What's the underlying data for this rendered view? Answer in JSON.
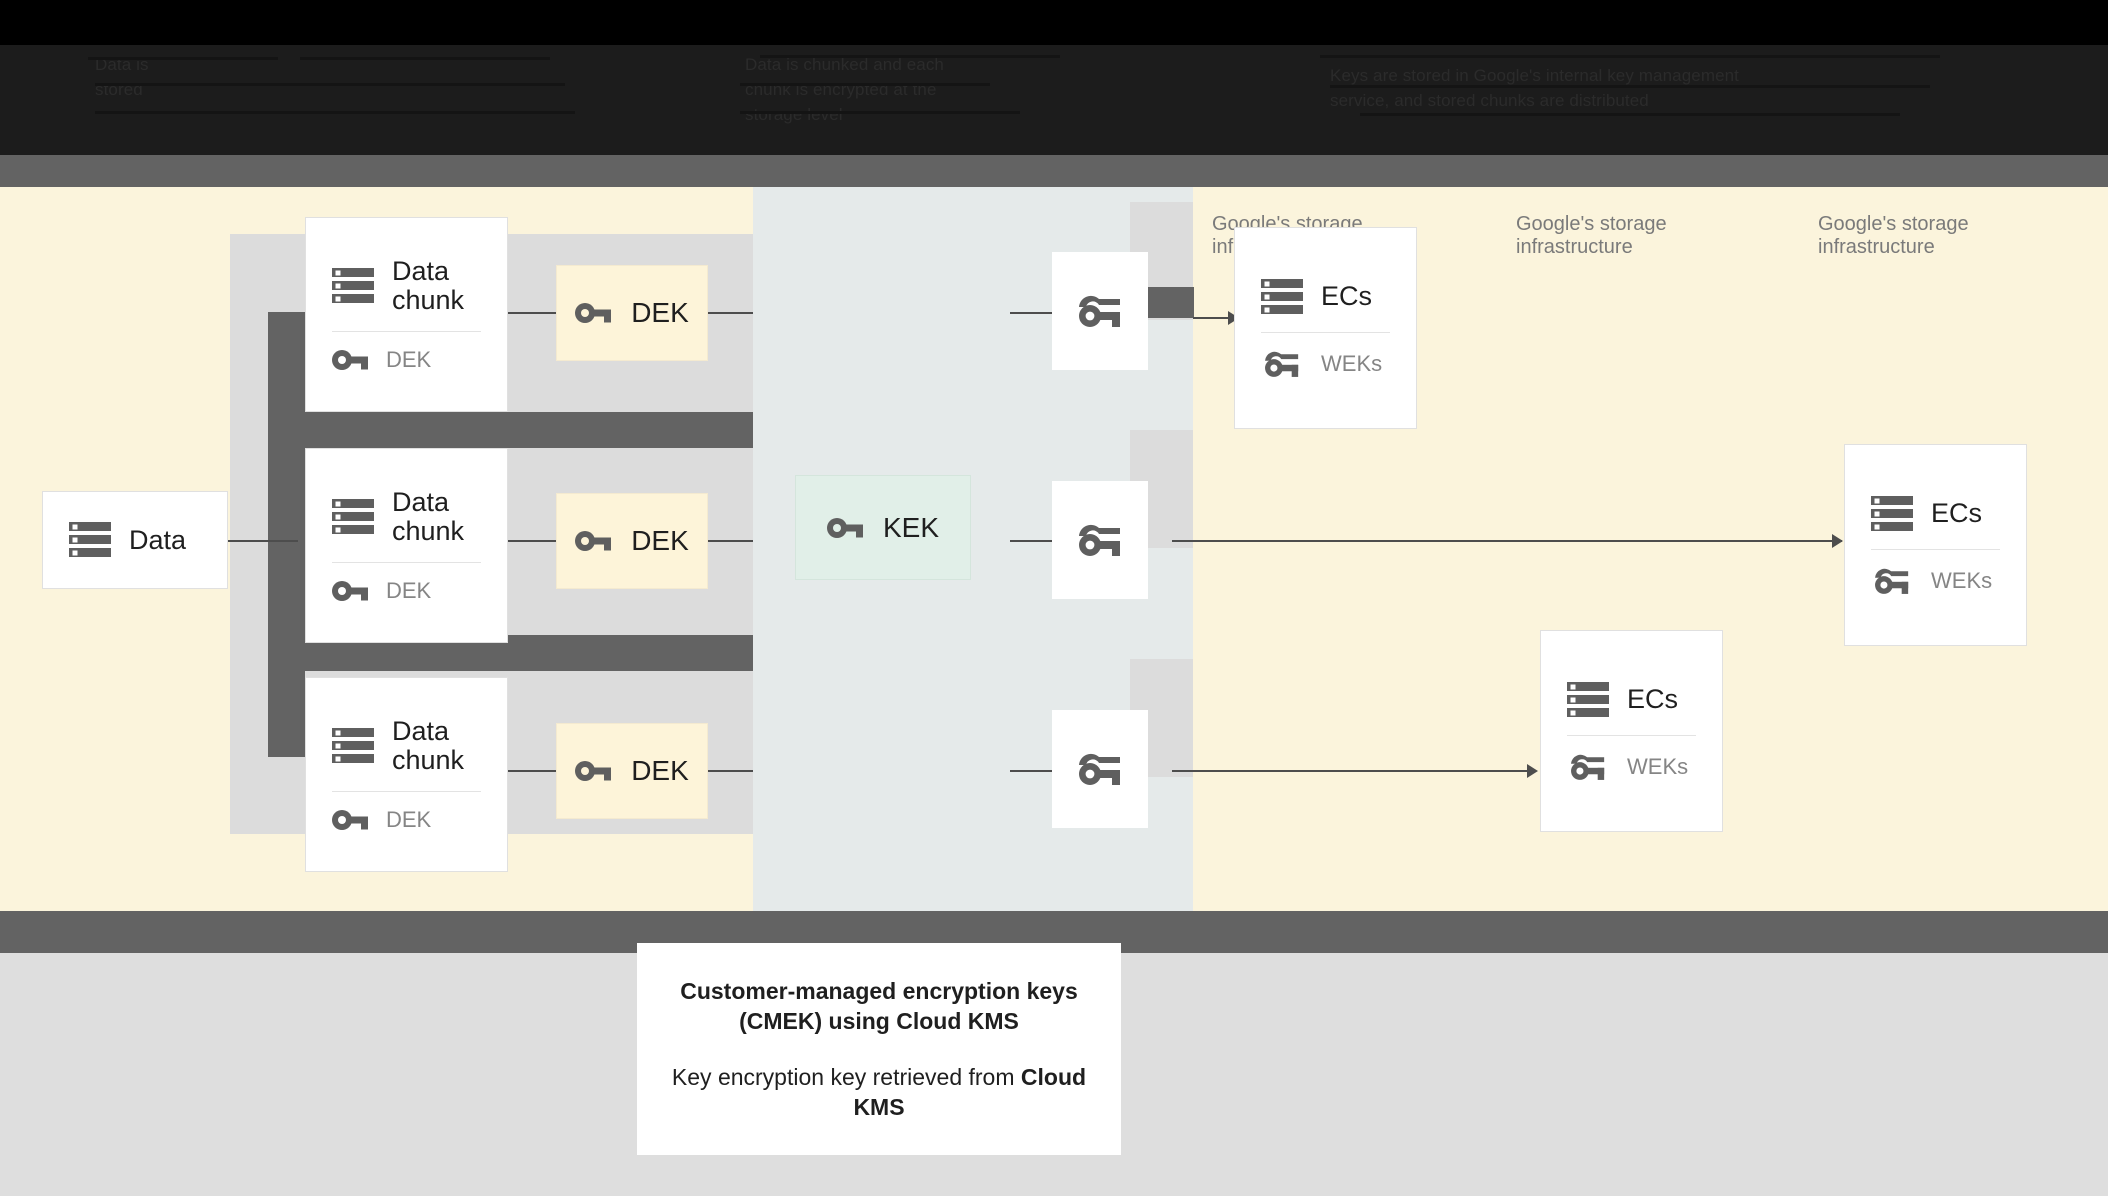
{
  "header": {
    "obscured_lines_col1": "Data is\nstored",
    "obscured_lines_col2": "Data is chunked and each\nchunk is encrypted at the\nstorage level",
    "obscured_lines_col3": "Keys are stored in Google's internal key management\nservice, and stored chunks are distributed"
  },
  "diagram": {
    "source": {
      "title": "Data",
      "icon": "server-icon"
    },
    "chunks": [
      {
        "title": "Data chunk",
        "key_label": "DEK",
        "chip_label": "DEK"
      },
      {
        "title": "Data chunk",
        "key_label": "DEK",
        "chip_label": "DEK"
      },
      {
        "title": "Data chunk",
        "key_label": "DEK",
        "chip_label": "DEK"
      }
    ],
    "kek": {
      "label": "KEK",
      "icon": "key-icon",
      "color": "#e1efe8"
    },
    "wek_tiles": [
      {
        "icon": "double-key-icon"
      },
      {
        "icon": "double-key-icon"
      },
      {
        "icon": "double-key-icon"
      }
    ],
    "storage_labels": [
      "Google's storage\ninfrastructure",
      "Google's storage\ninfrastructure",
      "Google's storage\ninfrastructure"
    ],
    "ec_cards": [
      {
        "title": "ECs",
        "key_label": "WEKs"
      },
      {
        "title": "ECs",
        "key_label": "WEKs"
      },
      {
        "title": "ECs",
        "key_label": "WEKs"
      }
    ]
  },
  "caption": {
    "line1": "Customer-managed encryption keys (CMEK) using Cloud KMS",
    "line2_prefix": "Key encryption key retrieved from ",
    "line2_bold": "Cloud KMS"
  },
  "colors": {
    "canvas_cream": "#fbf4dc",
    "mid_band": "#e5eaea",
    "row_backing": "#dcdcdc",
    "dark_bar": "#636363",
    "dek_chip": "#fdf4d9",
    "kek_chip": "#e1efe8",
    "footer_grey": "#dedede"
  }
}
